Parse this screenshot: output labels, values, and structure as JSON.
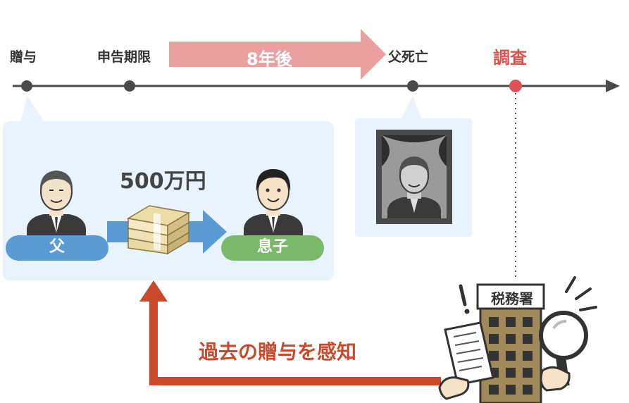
{
  "timeline": {
    "events": [
      {
        "label": "贈与"
      },
      {
        "label": "申告期限"
      },
      {
        "label": "父死亡"
      },
      {
        "label": "調査"
      }
    ],
    "period_label": "8年後"
  },
  "gift": {
    "giver_label": "父",
    "receiver_label": "息子",
    "amount_label": "500万円"
  },
  "tax_office": {
    "sign_label": "税務署",
    "detection_label": "過去の贈与を感知"
  },
  "colors": {
    "timeline": "#4a4a4a",
    "accent_red": "#d9534f",
    "arrow_pink": "#eba0a0",
    "panel_bg": "#e9f3fd",
    "pill_blue": "#5b9bd5",
    "pill_green": "#7ab86a",
    "arrow_blue": "#5b9bd5",
    "return_arrow": "#c94a2a",
    "building": "#a08a5a"
  },
  "icons": [
    "person-icon",
    "money-stack-icon",
    "memorial-portrait-icon",
    "tax-office-building-icon",
    "magnifier-icon",
    "document-icon"
  ]
}
